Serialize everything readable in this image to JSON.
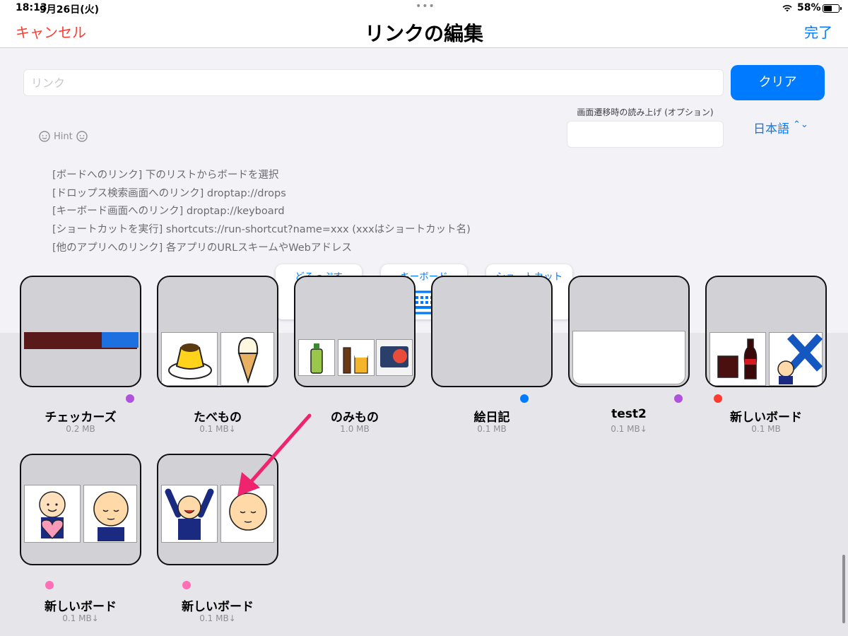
{
  "status_bar": {
    "time": "18:13",
    "date": "9月26日(火)",
    "battery_percent": "58%",
    "battery_level": 0.58
  },
  "nav": {
    "cancel": "キャンセル",
    "title": "リンクの編集",
    "done": "完了"
  },
  "form": {
    "link_placeholder": "リンク",
    "link_value": "",
    "clear_button": "クリア",
    "readout_label": "画面遷移時の読み上げ (オプション)",
    "readout_value": "",
    "language": "日本語"
  },
  "hint": {
    "label": "Hint",
    "lines": [
      "[ボードへのリンク] 下のリストからボードを選択",
      "[ドロップス検索画面へのリンク] droptap://drops",
      "[キーボード画面へのリンク] droptap://keyboard",
      "[ショートカットを実行] shortcuts://run-shortcut?name=xxx (xxxはショートカット名)",
      "[他のアプリへのリンク] 各アプリのURLスキームやWebアドレス"
    ]
  },
  "quick_buttons": [
    {
      "label": "どろっぷす",
      "icon": "face-icon"
    },
    {
      "label": "キーボード",
      "icon": "keyboard-icon"
    },
    {
      "label": "ショートカット",
      "icon": "shortcuts-icon"
    }
  ],
  "boards": [
    {
      "name": "チェッカーズ",
      "size": "0.2 MB",
      "dot_color": "#af52de"
    },
    {
      "name": "たべもの",
      "size": "0.1 MB↓",
      "dot_color": ""
    },
    {
      "name": "のみもの",
      "size": "1.0 MB",
      "dot_color": ""
    },
    {
      "name": "絵日記",
      "size": "0.1 MB",
      "dot_color": "#007aff"
    },
    {
      "name": "test2",
      "size": "0.1 MB↓",
      "dot_color": "#af52de"
    },
    {
      "name": "新しいボード",
      "size": "0.1 MB",
      "dot_color": "#ff3b30"
    },
    {
      "name": "新しいボード",
      "size": "0.1 MB↓",
      "dot_color": "#ff6fb5"
    },
    {
      "name": "新しいボード",
      "size": "0.1 MB↓",
      "dot_color": "#ff6fb5"
    }
  ],
  "colors": {
    "accent": "#007aff",
    "cancel": "#ff3b30",
    "annotation_arrow": "#f0246e"
  }
}
